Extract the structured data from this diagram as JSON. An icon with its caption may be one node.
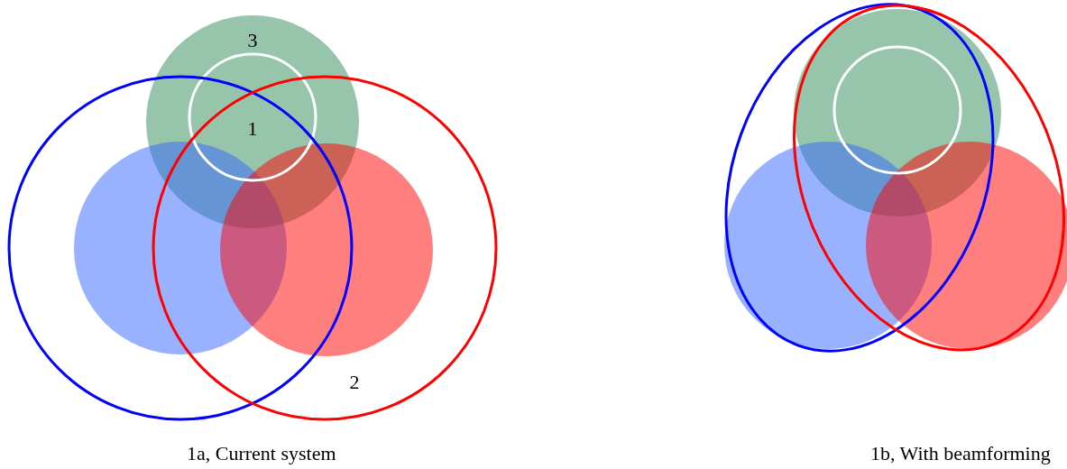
{
  "diagram": {
    "labels": [
      "3",
      "1",
      "2",
      "1a, Current system",
      "1b, With beamforming"
    ]
  }
}
